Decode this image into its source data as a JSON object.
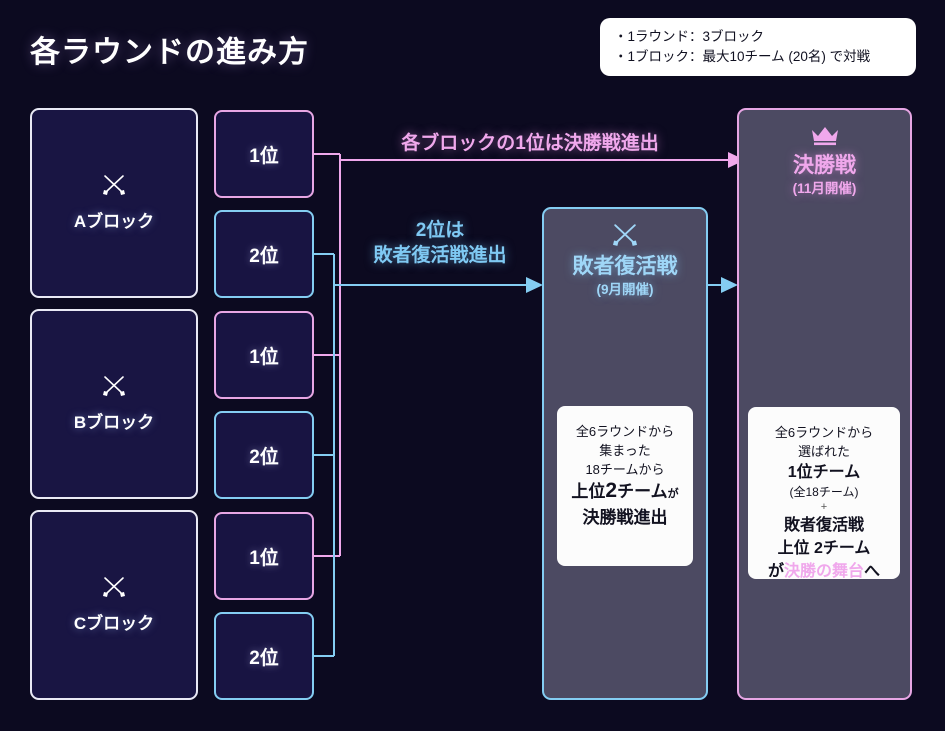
{
  "page": {
    "title": "各ラウンドの進み方",
    "background": "#0c0a20"
  },
  "info_box": {
    "lines": [
      "・1ラウンド：3ブロック",
      "・1ブロック：最大10チーム (20名) で対戦"
    ]
  },
  "blocks": [
    {
      "label": "Aブロック",
      "icon": "crossed-swords-icon",
      "ranks": [
        {
          "label": "1位",
          "color": "#e7a6e4"
        },
        {
          "label": "2位",
          "color": "#84cdf2"
        }
      ]
    },
    {
      "label": "Bブロック",
      "icon": "crossed-swords-icon",
      "ranks": [
        {
          "label": "1位",
          "color": "#e7a6e4"
        },
        {
          "label": "2位",
          "color": "#84cdf2"
        }
      ]
    },
    {
      "label": "Cブロック",
      "icon": "crossed-swords-icon",
      "ranks": [
        {
          "label": "1位",
          "color": "#e7a6e4"
        },
        {
          "label": "2位",
          "color": "#84cdf2"
        }
      ]
    }
  ],
  "arrows": {
    "first_place": {
      "caption": "各ブロックの1位は決勝戦進出",
      "color": "#f0a8ec"
    },
    "second_place": {
      "caption": "2位は\n敗者復活戦進出",
      "color": "#7fc9f3"
    }
  },
  "stages": {
    "loser": {
      "icon": "crossed-swords-icon",
      "title": "敗者復活戦",
      "subtitle": "(9月開催)",
      "color": "#84cdf2",
      "note": {
        "l1": "全6ラウンドから",
        "l2": "集まった",
        "l3": "18チームから",
        "l4_pre": "上位",
        "l4_num": "2",
        "l4_mid": "チーム",
        "l4_suf": "が",
        "l5": "決勝戦進出"
      }
    },
    "final": {
      "icon": "crown-icon",
      "title": "決勝戦",
      "subtitle": "(11月開催)",
      "color": "#e7a6e4",
      "note": {
        "l1": "全6ラウンドから",
        "l2": "選ばれた",
        "l3": "1位チーム",
        "l4": "(全18チーム)",
        "l5": "+",
        "l6": "敗者復活戦",
        "l7": "上位 2チーム",
        "l8_pre": "が",
        "l8_accent": "決勝の舞台",
        "l8_suf": "へ"
      }
    }
  }
}
